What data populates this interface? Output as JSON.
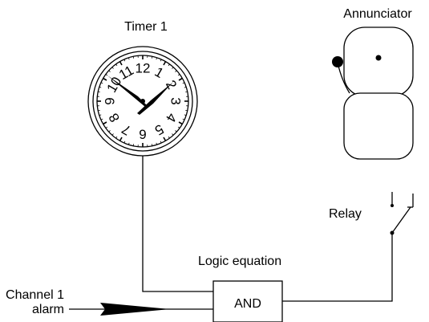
{
  "labels": {
    "timer": "Timer 1",
    "annunciator": "Annunciator",
    "relay": "Relay",
    "logic": "Logic equation",
    "and_gate": "AND",
    "channel_line1": "Channel 1",
    "channel_line2": "alarm"
  },
  "clock_numerals": [
    "12",
    "1",
    "2",
    "3",
    "4",
    "5",
    "6",
    "7",
    "8",
    "9",
    "10",
    "11"
  ],
  "colors": {
    "stroke": "#000000",
    "background": "#ffffff"
  }
}
